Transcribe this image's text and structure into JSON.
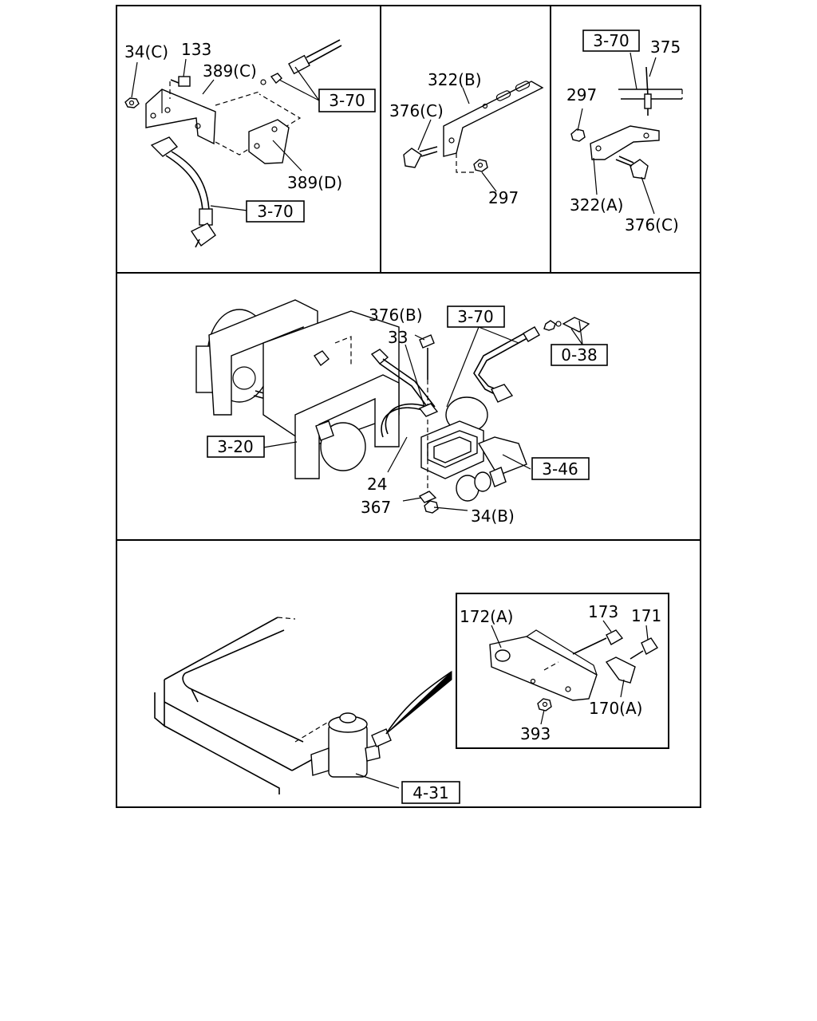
{
  "labels": {
    "p1_34c": "34(C)",
    "p1_133": "133",
    "p1_389c": "389(C)",
    "p1_370a": "3-70",
    "p1_389d": "389(D)",
    "p1_370b": "3-70",
    "p2_322b": "322(B)",
    "p2_376c": "376(C)",
    "p2_297": "297",
    "p3_370": "3-70",
    "p3_375": "375",
    "p3_297": "297",
    "p3_322a": "322(A)",
    "p3_376c": "376(C)",
    "p4_376b": "376(B)",
    "p4_370": "3-70",
    "p4_33": "33",
    "p4_038": "0-38",
    "p4_320": "3-20",
    "p4_24": "24",
    "p4_346": "3-46",
    "p4_367": "367",
    "p4_34b": "34(B)",
    "p5_172a": "172(A)",
    "p5_173": "173",
    "p5_171": "171",
    "p5_170a": "170(A)",
    "p5_393": "393",
    "p5_431": "4-31"
  }
}
